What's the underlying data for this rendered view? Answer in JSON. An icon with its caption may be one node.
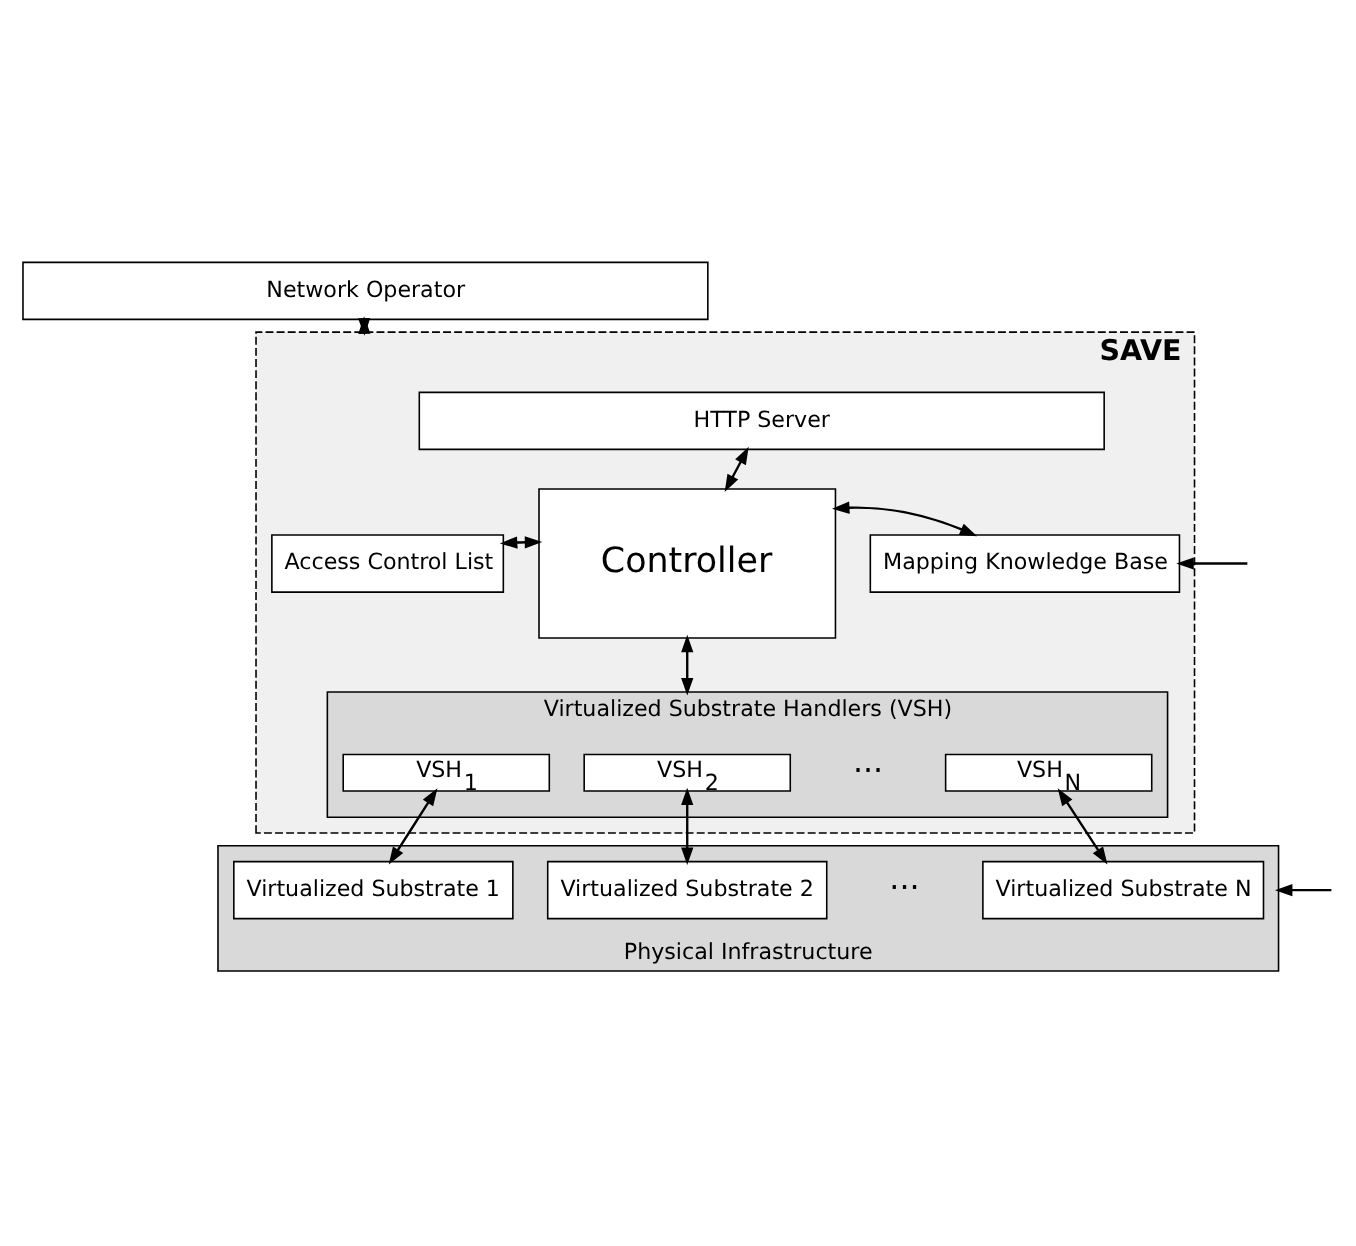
{
  "diagram": {
    "nodes": [
      {
        "text": [
          "Network Operator"
        ]
      },
      {
        "text": [
          "SAVE"
        ]
      },
      {
        "text": [
          "HTTP Server"
        ],
        "in": 1
      },
      {
        "text": [
          "Access Control List"
        ],
        "in": 1
      },
      {
        "text": [
          "Controller"
        ],
        "in": 1
      },
      {
        "text": [
          "Mapping Knowledge Base"
        ],
        "in": 1
      },
      {
        "text": [
          "Virtualized Substrate Handlers (VSH)"
        ],
        "in": 1
      },
      {
        "text": [
          "VSH$_{1}$"
        ],
        "in": 6
      },
      {
        "text": [
          "VSH$_{2}$"
        ],
        "in": 6
      },
      {
        "text": [
          "VSH$_{N}$"
        ],
        "in": 6
      },
      {
        "text": [
          "Physical Infrastructure"
        ]
      },
      {
        "text": [
          "Virtualized Substrate 1"
        ],
        "in": 10
      },
      {
        "text": [
          "Virtualized Substrate 2"
        ],
        "in": 10
      },
      {
        "text": [
          "Virtualized Substrate N"
        ],
        "in": 10
      }
    ],
    "edges": [
      {
        "from": 0,
        "to": 1,
        "arrow": "both"
      },
      {
        "from": 2,
        "to": 4,
        "arrow": "both"
      },
      {
        "from": 3,
        "to": 4,
        "arrow": "both"
      },
      {
        "from": 4,
        "to": 5,
        "arrow": "both"
      },
      {
        "from": 4,
        "to": 6,
        "arrow": "both"
      },
      {
        "from": 7,
        "to": 11,
        "arrow": "both"
      },
      {
        "from": 8,
        "to": 12,
        "arrow": "both"
      },
      {
        "from": 9,
        "to": 13,
        "arrow": "both"
      },
      {
        "from": null,
        "to": 5,
        "arrow": "to"
      },
      {
        "from": null,
        "to": 10,
        "arrow": "to"
      }
    ],
    "labels": [
      "···",
      "···"
    ]
  }
}
